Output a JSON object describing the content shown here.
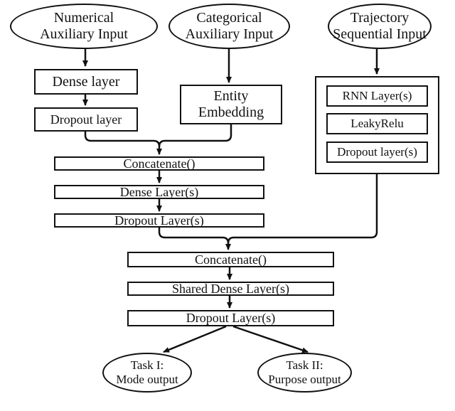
{
  "colors": {
    "stroke": "#111111",
    "background": "#ffffff"
  },
  "nodes": {
    "numerical_input": {
      "line1": "Numerical",
      "line2": "Auxiliary Input"
    },
    "categorical_input": {
      "line1": "Categorical",
      "line2": "Auxiliary Input"
    },
    "trajectory_input": {
      "line1": "Trajectory",
      "line2": "Sequential Input"
    },
    "dense_layer": "Dense layer",
    "dropout_layer": "Dropout layer",
    "entity_embedding": {
      "line1": "Entity",
      "line2": "Embedding"
    },
    "rnn_layers": "RNN Layer(s)",
    "leaky_relu": "LeakyRelu",
    "traj_dropout": "Dropout layer(s)",
    "concat_aux": "Concatenate()",
    "dense_layers_aux": "Dense Layer(s)",
    "dropout_layers_aux": "Dropout Layer(s)",
    "concat_main": "Concatenate()",
    "shared_dense": "Shared Dense Layer(s)",
    "dropout_main": "Dropout Layer(s)",
    "task1": {
      "line1": "Task I:",
      "line2": "Mode output"
    },
    "task2": {
      "line1": "Task II:",
      "line2": "Purpose output"
    }
  }
}
